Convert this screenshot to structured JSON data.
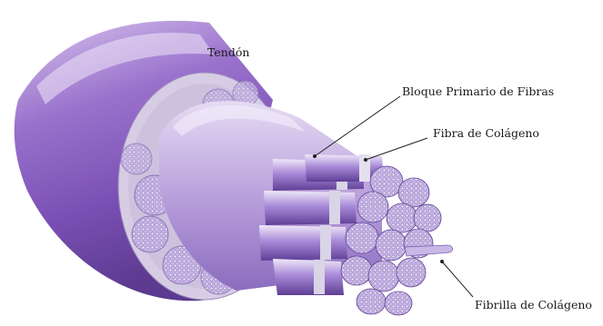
{
  "diagram": {
    "labels": {
      "tendon": "Tendón",
      "primary_bundle": "Bloque Primario de Fibras",
      "collagen_fiber": "Fibra de Colágeno",
      "collagen_fibril": "Fibrilla de Colágeno"
    },
    "colors": {
      "outer_sheath": "#8a5cc0",
      "inner_sheath": "#b79ad8",
      "fiber": "#a58ad6",
      "fiber_dark": "#5f3f95",
      "fibril_end": "#c9b8e6",
      "band": "#d9d4e6",
      "leader_line": "#222222"
    }
  }
}
